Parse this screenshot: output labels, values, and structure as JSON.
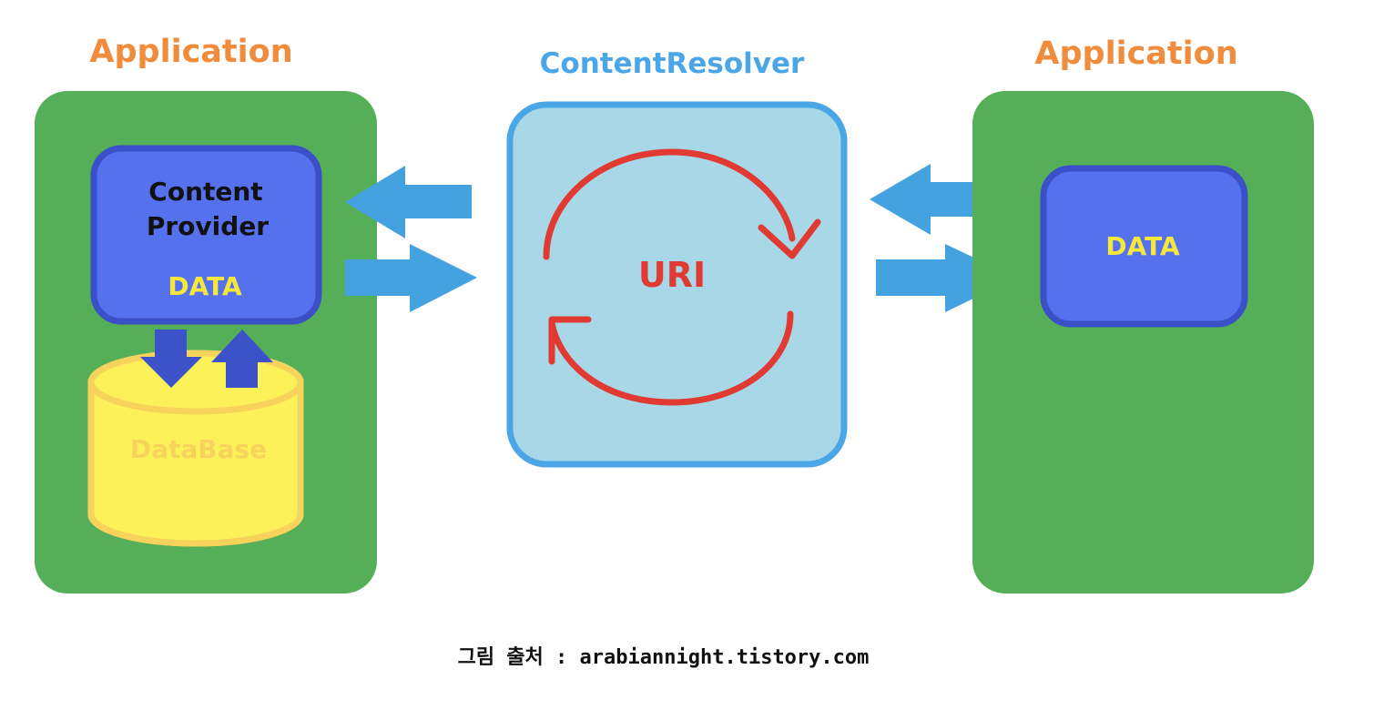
{
  "left_app": {
    "title": "Application",
    "provider_label_line1": "Content",
    "provider_label_line2": "Provider",
    "data_label": "DATA",
    "database_label": "DataBase"
  },
  "resolver": {
    "title": "ContentResolver",
    "uri_label": "URI"
  },
  "right_app": {
    "title": "Application",
    "data_label": "DATA"
  },
  "caption": "그림 출처 : arabiannight.tistory.com",
  "colors": {
    "app_green": "#55AE58",
    "provider_blue": "#5671EE",
    "provider_border": "#3B4FC8",
    "resolver_fill": "#A8D8E8",
    "resolver_border": "#4AA6E6",
    "arrow_blue": "#45A2E0",
    "db_arrow": "#3C52C8",
    "uri_red": "#E03A32",
    "title_orange": "#F08C3C",
    "data_yellow": "#F6E83A",
    "db_fill": "#FDF15A",
    "db_border": "#F7D35C"
  }
}
